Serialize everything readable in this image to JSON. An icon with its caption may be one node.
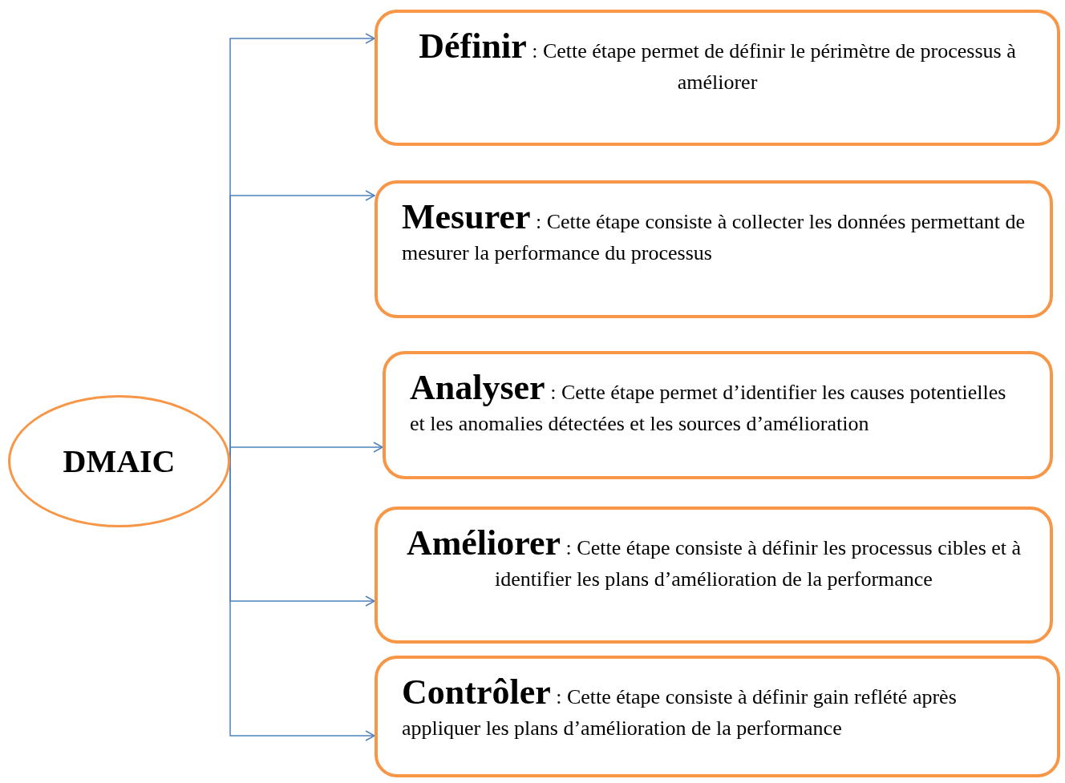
{
  "diagram": {
    "nodes": [
      {
        "text": [
          "DMAIC"
        ]
      },
      {
        "text": [
          "Définir",
          ": Cette étape permet de définir le périmètre de processus à améliorer"
        ]
      },
      {
        "text": [
          "Mesurer",
          ": Cette étape consiste  à collecter les données permettant de mesurer la performance du processus"
        ]
      },
      {
        "text": [
          "Analyser",
          ": Cette étape permet d’identifier les causes potentielles et les anomalies détectées et les sources d’amélioration"
        ]
      },
      {
        "text": [
          "Améliorer",
          ": Cette étape consiste à définir les processus cibles et à identifier les plans d’amélioration de la performance"
        ]
      },
      {
        "text": [
          "Contrôler",
          ": Cette étape consiste à définir gain reflété après appliquer les plans d’amélioration  de la performance"
        ]
      }
    ],
    "edges": [
      {
        "from": 0,
        "to": 1,
        "arrow": "to"
      },
      {
        "from": 0,
        "to": 2,
        "arrow": "to"
      },
      {
        "from": 0,
        "to": 3,
        "arrow": "to"
      },
      {
        "from": 0,
        "to": 4,
        "arrow": "to"
      },
      {
        "from": 0,
        "to": 5,
        "arrow": "to"
      }
    ]
  }
}
